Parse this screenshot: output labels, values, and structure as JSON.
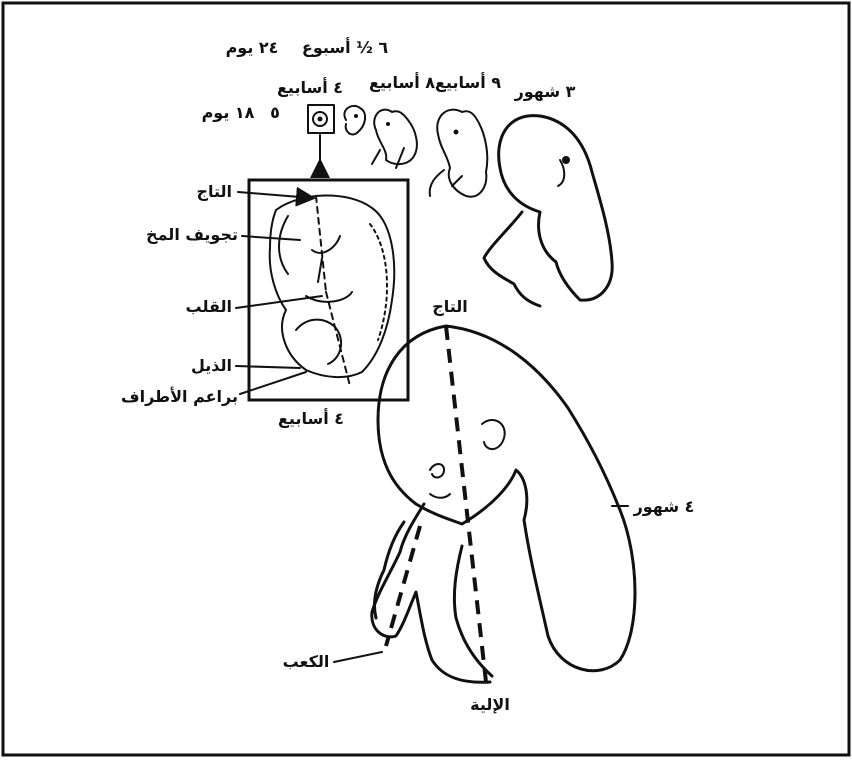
{
  "stages": {
    "s18d": "١٨ يوم",
    "s24d": "٢٤ يوم",
    "s4w_top": "٤ أسابيع",
    "s6w": "٦ ½ أسبوع",
    "s8w": "٨ أسابيع",
    "s9w": "٩ أسابيع",
    "s3m": "٣ شهور",
    "s4m": "٤ شهور",
    "s4w_bottom": "٤ أسابيع",
    "num5": "٥"
  },
  "inset_labels": {
    "crown": "التاج",
    "brain": "تجويف المخ",
    "heart": "القلب",
    "tail": "الذيل",
    "limb_buds": "براعم الأطراف"
  },
  "big_labels": {
    "crown": "التاج",
    "heel": "الكعب",
    "rump": "الإلية"
  }
}
